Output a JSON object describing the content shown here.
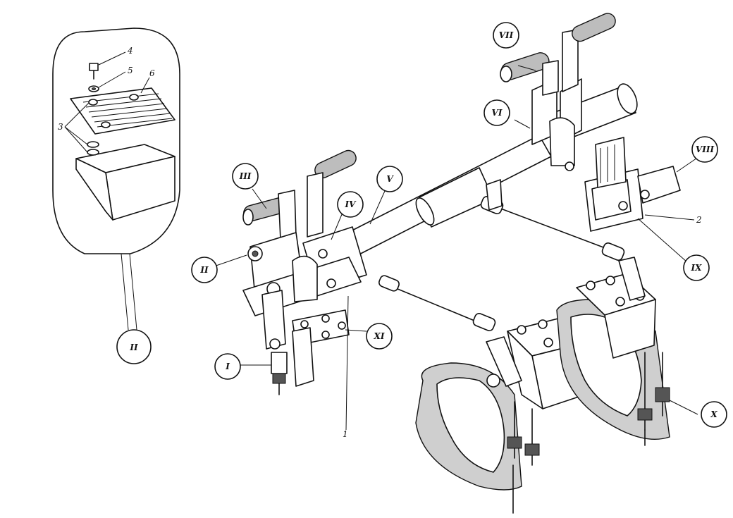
{
  "callouts": {
    "I": "I",
    "II": "II",
    "III": "III",
    "IV": "IV",
    "V": "V",
    "VI": "VI",
    "VII": "VII",
    "VIII": "VIII",
    "IX": "IX",
    "X": "X",
    "XI": "XI",
    "II_detail": "II"
  },
  "parts": {
    "p1": "1",
    "p2": "2",
    "p3": "3",
    "p4": "4",
    "p5": "5",
    "p6": "6"
  }
}
